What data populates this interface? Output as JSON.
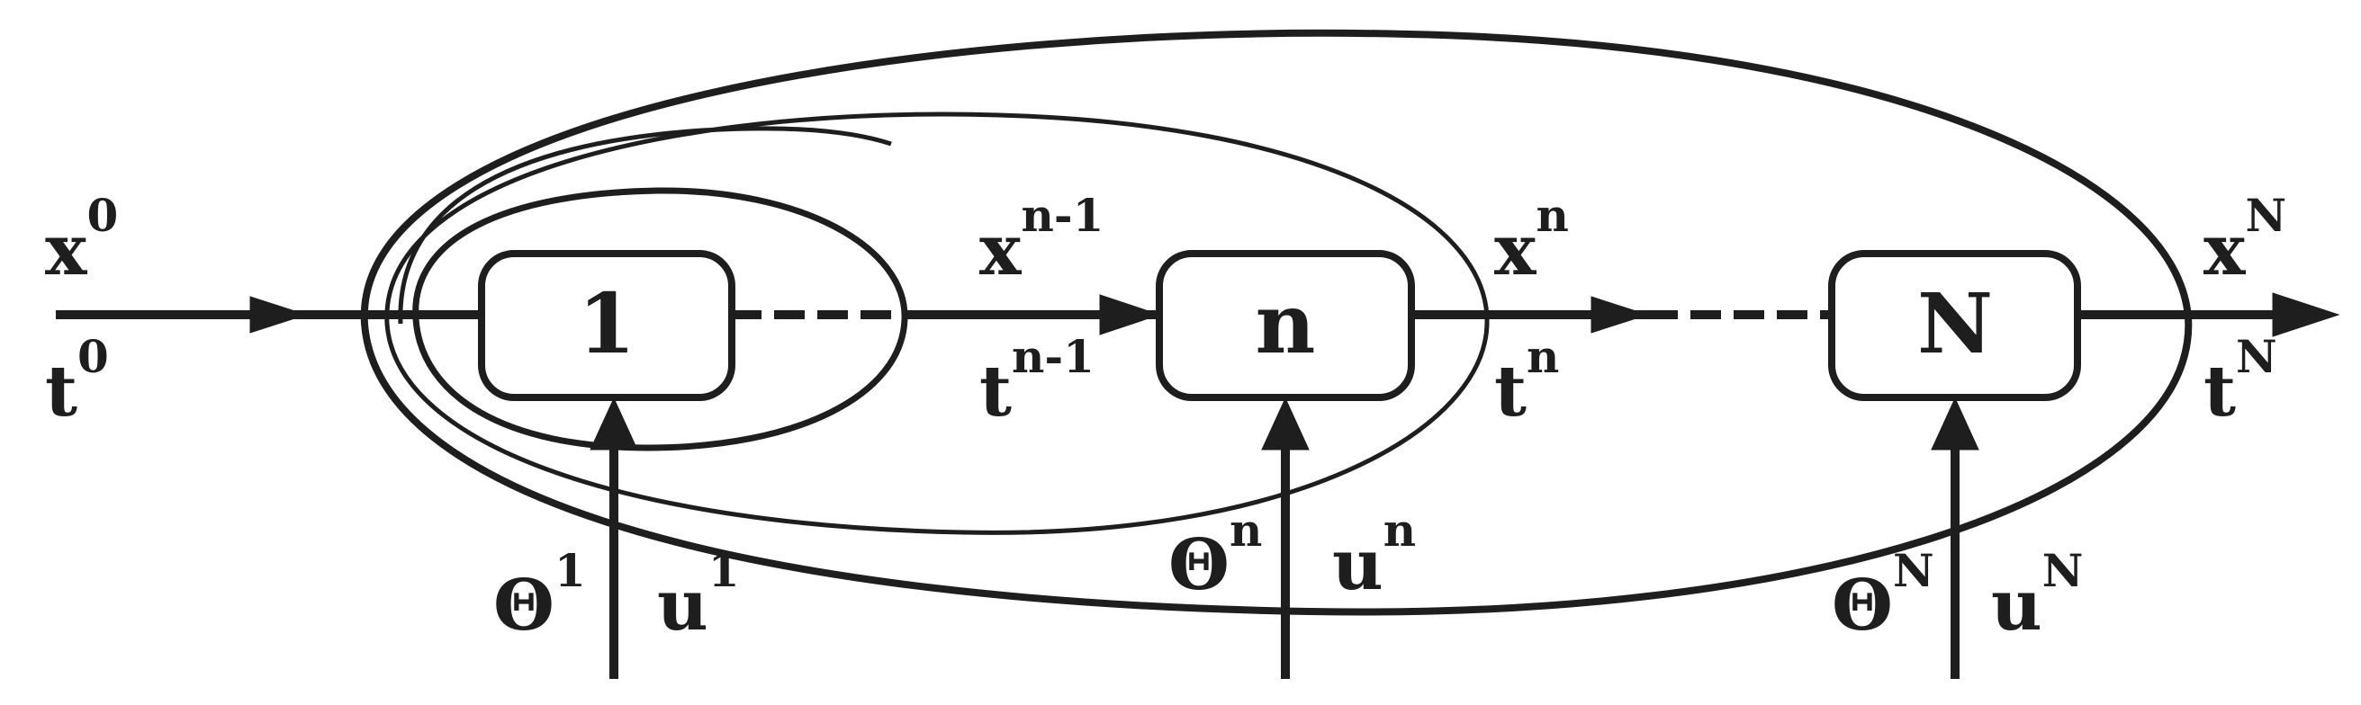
{
  "stages": [
    {
      "id": "1",
      "label": "1"
    },
    {
      "id": "n",
      "label": "n"
    },
    {
      "id": "N",
      "label": "N"
    }
  ],
  "state_labels": [
    {
      "id": "x0",
      "base": "x",
      "sup": "0"
    },
    {
      "id": "xn-1",
      "base": "x",
      "sup": "n-1"
    },
    {
      "id": "xn",
      "base": "x",
      "sup": "n"
    },
    {
      "id": "xN",
      "base": "x",
      "sup": "N"
    }
  ],
  "time_labels": [
    {
      "id": "t0",
      "base": "t",
      "sup": "0"
    },
    {
      "id": "tn-1",
      "base": "t",
      "sup": "n-1"
    },
    {
      "id": "tn",
      "base": "t",
      "sup": "n"
    },
    {
      "id": "tN",
      "base": "t",
      "sup": "N"
    }
  ],
  "param_labels": [
    {
      "id": "theta1",
      "base": "Θ",
      "sup": "1"
    },
    {
      "id": "thetan",
      "base": "Θ",
      "sup": "n"
    },
    {
      "id": "thetaN",
      "base": "Θ",
      "sup": "N"
    }
  ],
  "control_labels": [
    {
      "id": "u1",
      "base": "u",
      "sup": "1"
    },
    {
      "id": "un",
      "base": "u",
      "sup": "n"
    },
    {
      "id": "uN",
      "base": "u",
      "sup": "N"
    }
  ],
  "colors": {
    "stroke": "#1e1e1e",
    "background": "#ffffff"
  }
}
